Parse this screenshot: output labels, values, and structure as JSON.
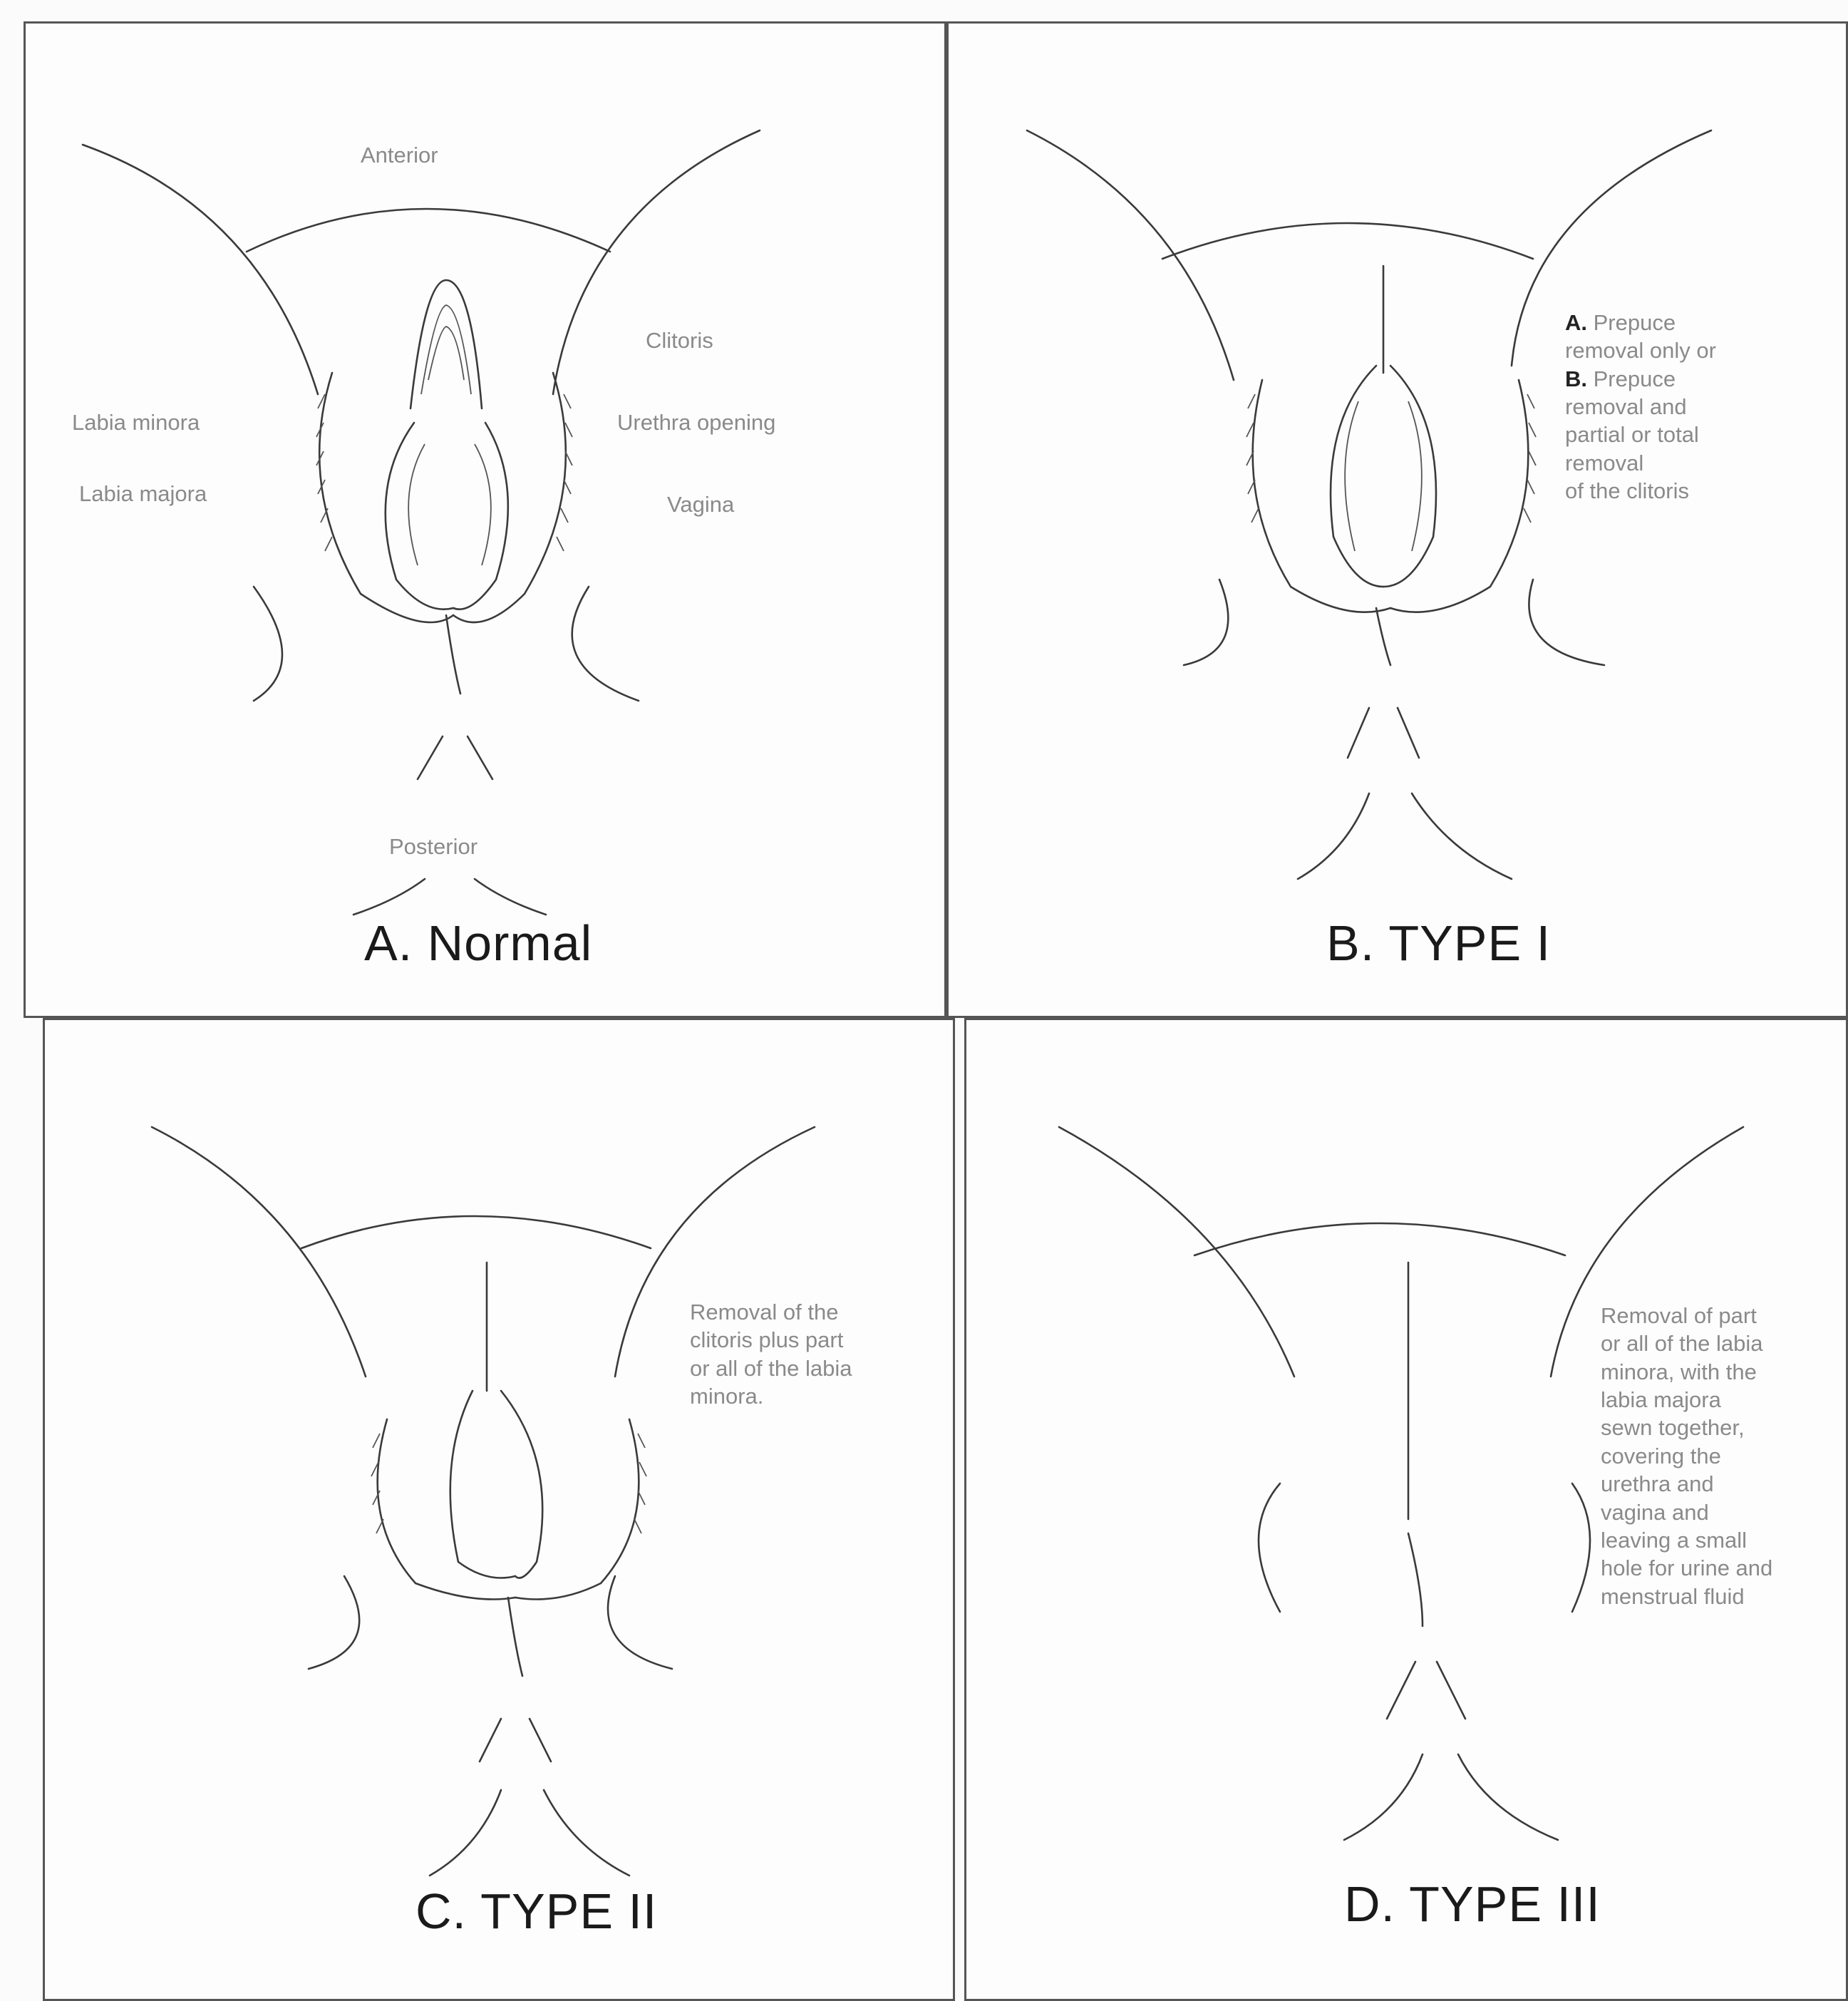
{
  "panels": {
    "a": {
      "title": "A. Normal",
      "labels": {
        "anterior": "Anterior",
        "clitoris": "Clitoris",
        "labia_minora": "Labia minora",
        "urethra_opening": "Urethra  opening",
        "labia_majora": "Labia majora",
        "vagina": "Vagina",
        "posterior": "Posterior"
      }
    },
    "b": {
      "title": "B. TYPE I",
      "text": {
        "a_marker": "A.",
        "a_word": "Prepuce",
        "line2": "removal only or",
        "b_marker": "B.",
        "b_word": "Prepuce",
        "line4": "removal and",
        "line5": "partial or total",
        "line6": "removal",
        "line7": "of the clitoris"
      }
    },
    "c": {
      "title": "C. TYPE II",
      "text": [
        "Removal of the",
        "clitoris plus part",
        "or all of the labia",
        "minora."
      ]
    },
    "d": {
      "title": "D. TYPE III",
      "text": [
        "Removal of part",
        "or all of the labia",
        "minora, with the",
        "labia majora",
        "sewn together,",
        "covering the",
        "urethra and",
        "vagina and",
        "leaving a small",
        "hole for urine and",
        "menstrual fluid"
      ]
    }
  },
  "colors": {
    "leader_lines": "#c9b0b3",
    "panel_border": "#555555",
    "label_text": "#8a8a8a"
  }
}
